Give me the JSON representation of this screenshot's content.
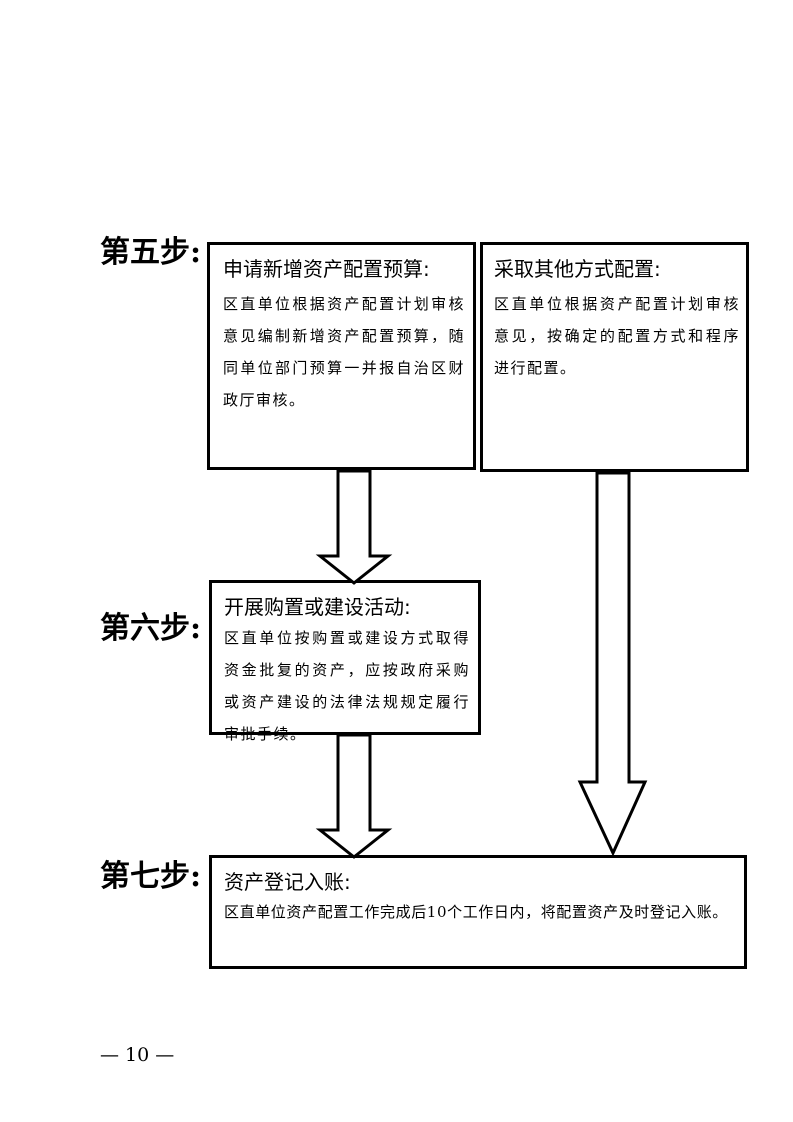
{
  "steps": {
    "step5": {
      "label": "第五步:",
      "left_box": {
        "title": "申请新增资产配置预算:",
        "body": "区直单位根据资产配置计划审核意见编制新增资产配置预算，随同单位部门预算一并报自治区财政厅审核。"
      },
      "right_box": {
        "title": "采取其他方式配置:",
        "body": "区直单位根据资产配置计划审核意见，按确定的配置方式和程序进行配置。"
      }
    },
    "step6": {
      "label": "第六步:",
      "box": {
        "title": "开展购置或建设活动:",
        "body": "区直单位按购置或建设方式取得资金批复的资产，应按政府采购或资产建设的法律法规规定履行审批手续。"
      }
    },
    "step7": {
      "label": "第七步:",
      "box": {
        "title": "资产登记入账:",
        "body": "区直单位资产配置工作完成后10个工作日内，将配置资产及时登记入账。"
      }
    }
  },
  "page_number": "— 10 —"
}
